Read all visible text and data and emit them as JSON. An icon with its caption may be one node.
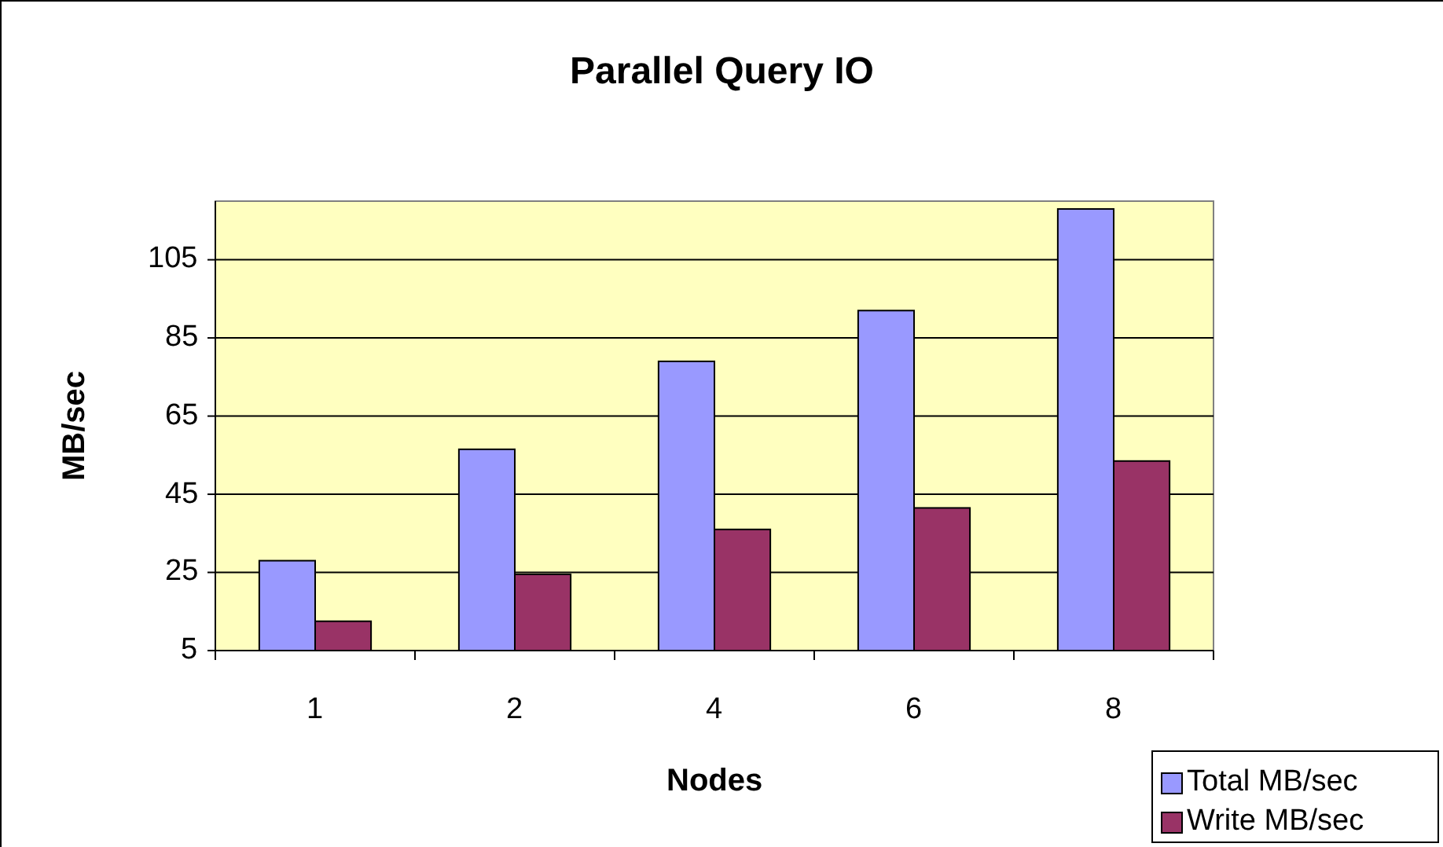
{
  "diagram": {
    "chart_data": {
      "type": "bar",
      "title": "Parallel Query IO",
      "xlabel": "Nodes",
      "ylabel": "MB/sec",
      "categories": [
        "1",
        "2",
        "4",
        "6",
        "8"
      ],
      "series": [
        {
          "name": "Total MB/sec",
          "color": "#9999ff",
          "values": [
            28,
            56.5,
            79,
            92,
            118
          ]
        },
        {
          "name": "Write MB/sec",
          "color": "#993366",
          "values": [
            12.5,
            24.5,
            36,
            41.5,
            53.5
          ]
        }
      ],
      "ylim": [
        5,
        120
      ],
      "yticks": [
        5,
        25,
        45,
        65,
        85,
        105
      ],
      "grid": true,
      "legend": true
    }
  }
}
